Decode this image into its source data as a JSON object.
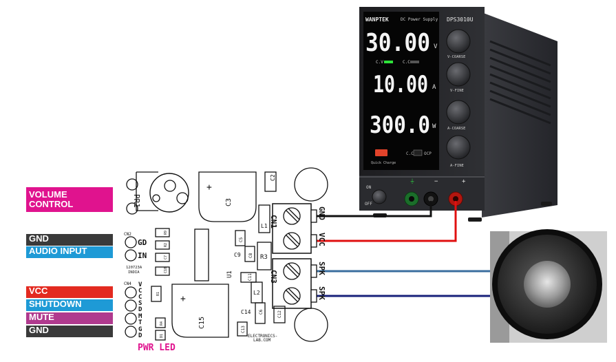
{
  "labels": {
    "volume": [
      "VOLUME",
      "CONTROL"
    ],
    "gnd1": "GND",
    "audio": "AUDIO INPUT",
    "vcc": "VCC",
    "shutdown": "SHUTDOWN",
    "mute": "MUTE",
    "gnd2": "GND"
  },
  "pcb": {
    "cn1": "CN1",
    "cn2": "CN2",
    "cn3": "CN3",
    "cn4": "CN4",
    "gd": "GD",
    "in": "IN",
    "vcc_pins": [
      "V",
      "C",
      "C"
    ],
    "sd_pins": [
      "S",
      "D"
    ],
    "mt_pins": [
      "M",
      "T"
    ],
    "gd_pins": [
      "G",
      "D"
    ],
    "gnd_term": "GND",
    "vcc_term": "VCC",
    "spk1": "SPK",
    "spk2": "SPK",
    "pr1": "PR1",
    "c3": "C3",
    "c15": "C15",
    "u1": "U1",
    "code": "120723A",
    "country": "INDIA",
    "brand": [
      "ELECTRONICS-",
      "LAB.COM"
    ],
    "pwr_led": "PWR LED",
    "parts": [
      "C2",
      "L1",
      "C5",
      "C9",
      "C8",
      "R3",
      "C11",
      "L2",
      "C14",
      "C6",
      "C12",
      "C13",
      "R9",
      "R2",
      "C7",
      "C10",
      "R1",
      "R4",
      "D1"
    ]
  },
  "psu": {
    "brand": "WANPTEK",
    "title": "DC Power Supply",
    "model": "DPS3010U",
    "voltage": "30.00",
    "v_unit": "V",
    "current": "10.00",
    "a_unit": "A",
    "power": "300.0",
    "w_unit": "W",
    "cv": "C.V",
    "cc": "C.C",
    "knobs": [
      "V-COARSE",
      "V-FINE",
      "A-COARSE",
      "A-FINE"
    ],
    "usb": "Quick Charge",
    "ocp": "OCP",
    "ocp_left": "C.C",
    "on": "ON",
    "off": "OFF"
  },
  "colors": {
    "pink": "#e0138e",
    "dark": "#3a3a3a",
    "blue": "#1e9ad6",
    "red": "#e32a20",
    "purple": "#b03a8e",
    "wire_black": "#111111",
    "wire_red": "#e01010",
    "wire_blue1": "#3a6e9e",
    "wire_blue2": "#17207a"
  }
}
